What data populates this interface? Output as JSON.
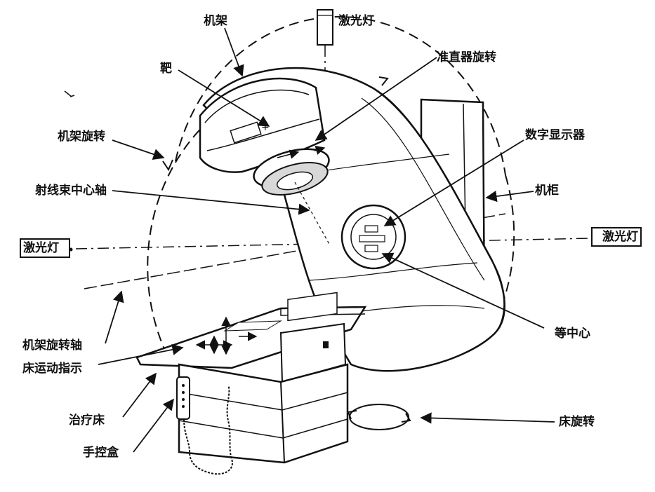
{
  "labels": {
    "gantry": "机架",
    "target": "靶",
    "laser_top": "激光灯",
    "collimator_rotation": "准直器旋转",
    "gantry_rotation": "机架旋转",
    "digital_display": "数字显示器",
    "beam_axis": "射线束中心轴",
    "cabinet": "机柜",
    "laser_left": "激光灯",
    "laser_right": "激光灯",
    "gantry_rotation_axis": "机架旋转轴",
    "isocenter": "等中心",
    "couch_motion_indicator": "床运动指示",
    "treatment_couch": "治疗床",
    "couch_rotation": "床旋转",
    "hand_control_box": "手控盒"
  },
  "colors": {
    "ink": "#111111",
    "paper": "#ffffff",
    "shade": "#d8d8d8"
  }
}
